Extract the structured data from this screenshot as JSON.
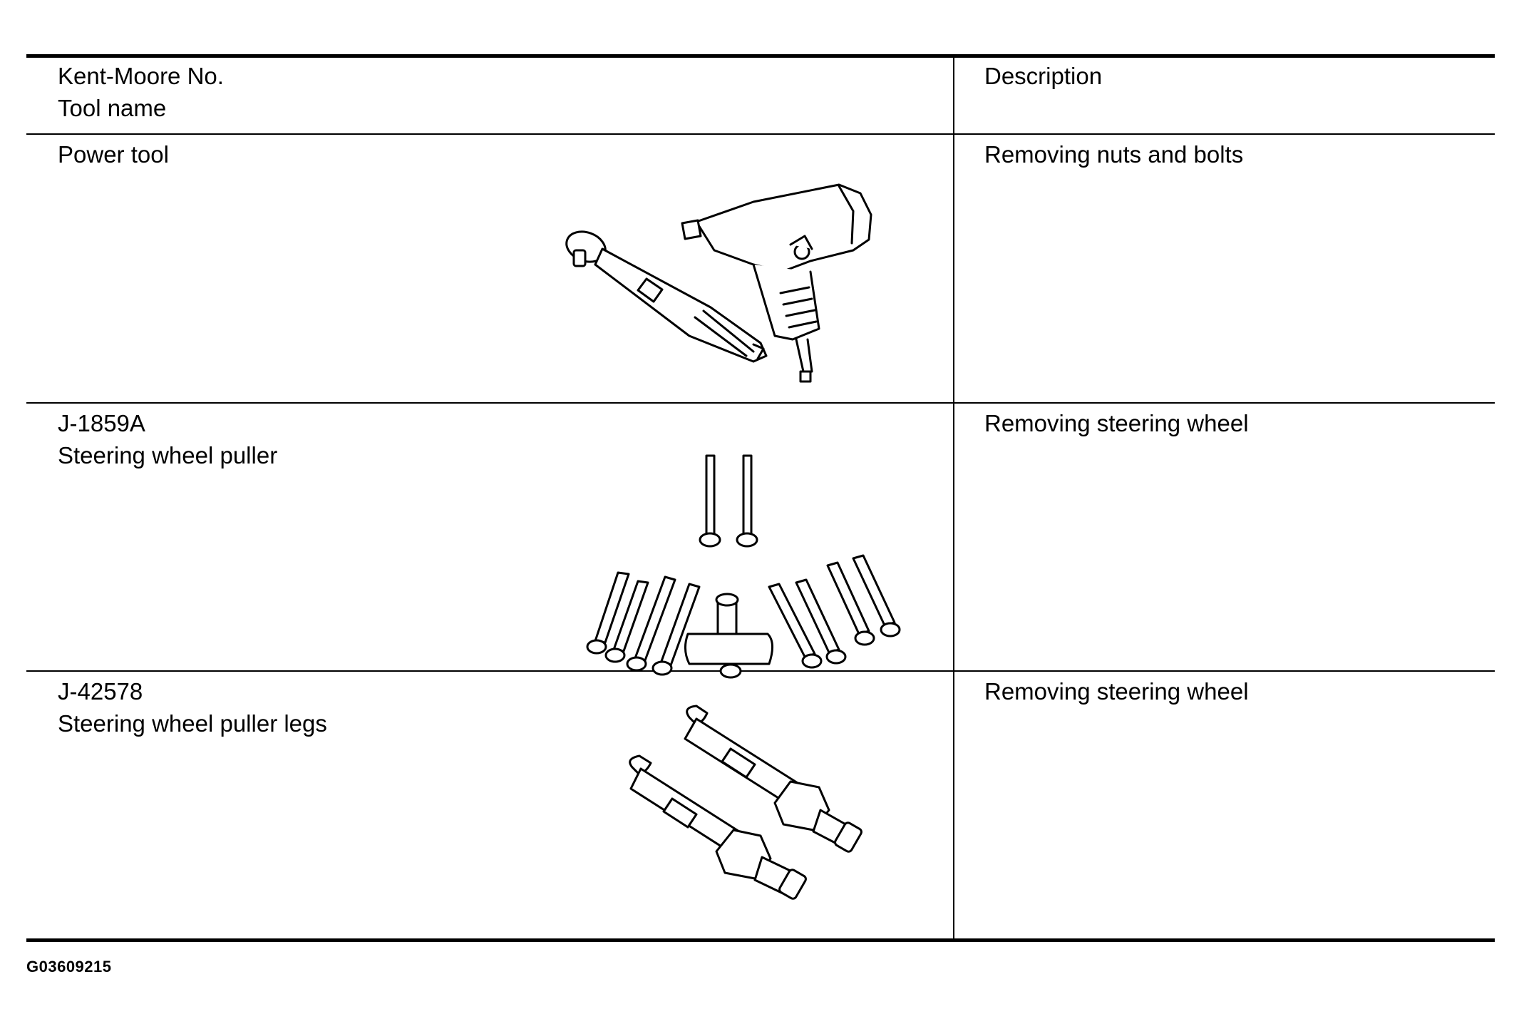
{
  "table": {
    "header": {
      "tool_line1": "Kent-Moore No.",
      "tool_line2": "Tool name",
      "description": "Description"
    },
    "rows": [
      {
        "tool_number": "",
        "tool_name": "Power tool",
        "description": "Removing nuts and bolts",
        "illustration": "power-tool-ratchet-and-impact-wrench"
      },
      {
        "tool_number": "J-1859A",
        "tool_name": "Steering wheel puller",
        "description": "Removing steering wheel",
        "illustration": "steering-wheel-puller-bolts-and-body"
      },
      {
        "tool_number": "J-42578",
        "tool_name": "Steering wheel puller legs",
        "description": "Removing steering wheel",
        "illustration": "steering-wheel-puller-legs"
      }
    ]
  },
  "figure_code": "G03609215"
}
